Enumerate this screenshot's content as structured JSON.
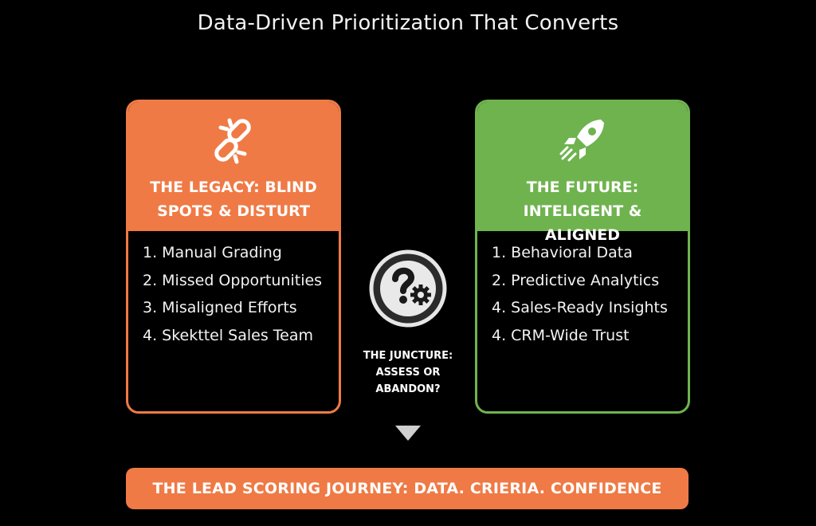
{
  "colors": {
    "legacy": "#ef7a45",
    "future": "#6fb34f",
    "background": "#000000",
    "junction_circle": "#2b2b2b",
    "arrow": "#cfcfcf"
  },
  "page": {
    "title": "Data-Driven Prioritization That Converts"
  },
  "legacy": {
    "icon": "broken-link-icon",
    "title": "THE LEGACY: BLIND SPOTS & DISTURT",
    "items": [
      "1. Manual Grading",
      "2. Missed Opportunities",
      "3. Misaligned Efforts",
      "4. Skekttel Sales Team"
    ]
  },
  "future": {
    "icon": "rocket-icon",
    "title": "THE FUTURE: INTELIGENT & ALIGNED",
    "items": [
      "1. Behavioral Data",
      "2. Predictive Analytics",
      "4. Sales-Ready Insights",
      "4. CRM-Wide Trust"
    ]
  },
  "junction": {
    "icon": "question-gear-icon",
    "label": "THE JUNCTURE: ASSESS OR ABANDON?"
  },
  "banner": {
    "text": "THE LEAD SCORING JOURNEY: DATA. CRIERIA. CONFIDENCE"
  }
}
